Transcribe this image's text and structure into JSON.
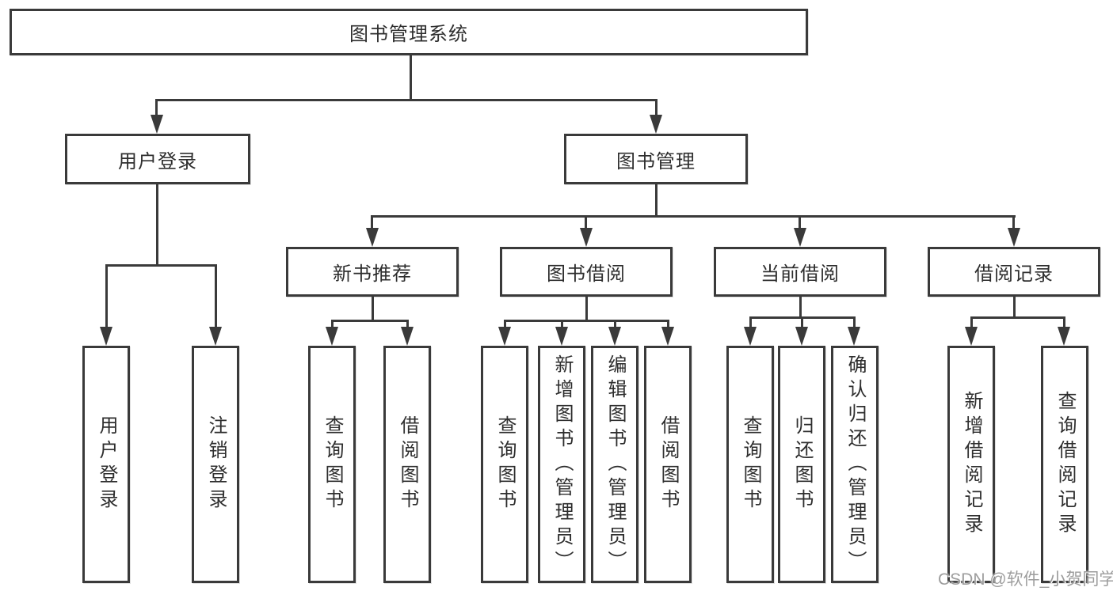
{
  "nodes": {
    "root": "图书管理系统",
    "user_login": "用户登录",
    "book_management": "图书管理",
    "login": "用户登录",
    "logout": "注销登录",
    "new_book_recommend": "新书推荐",
    "book_borrow": "图书借阅",
    "current_borrow": "当前借阅",
    "borrow_record": "借阅记录",
    "nb_query_books": "查询图书",
    "nb_borrow_books": "借阅图书",
    "bb_query_books": "查询图书",
    "bb_add_books": "新增图书（管理员）",
    "bb_edit_books": "编辑图书（管理员）",
    "bb_borrow_books": "借阅图书",
    "cb_query_books": "查询图书",
    "cb_return_books": "归还图书",
    "cb_confirm_return": "确认归还（管理员）",
    "br_add_record": "新增借阅记录",
    "br_query_record": "查询借阅记录"
  },
  "watermark": "CSDN @软件_小贺同学",
  "colors": {
    "line": "#3a3a3a",
    "text": "#2e2e2e",
    "watermark": "#9d9d9d",
    "background": "#ffffff"
  }
}
